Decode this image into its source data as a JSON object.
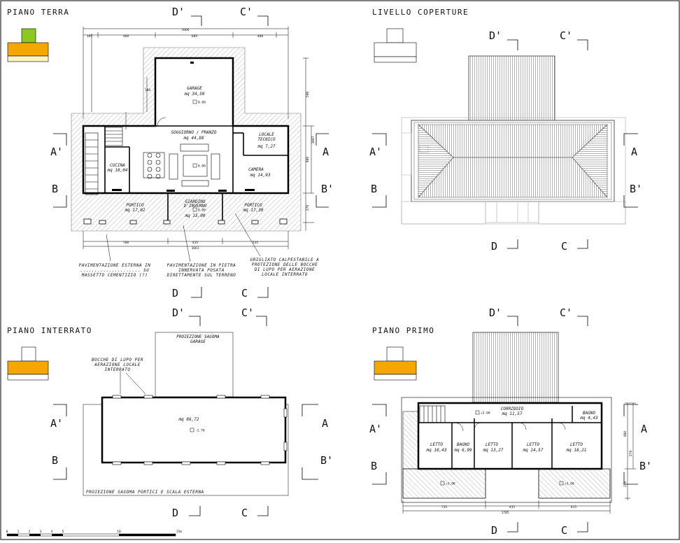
{
  "panels": {
    "piano_terra": "PIANO TERRA",
    "livello_coperture": "LIVELLO COPERTURE",
    "piano_interrato": "PIANO INTERRATO",
    "piano_primo": "PIANO PRIMO"
  },
  "section_markers": {
    "a": "A",
    "a_prime": "A'",
    "b": "B",
    "b_prime": "B'",
    "c": "C",
    "c_prime": "C'",
    "d": "D",
    "d_prime": "D'"
  },
  "piano_terra": {
    "rooms": {
      "garage": {
        "name": "GARAGE",
        "area": "mq 34,50"
      },
      "soggiorno": {
        "name": "SOGGIORNO / PRANZO",
        "area": "mq 44,88"
      },
      "locale_tecnico": {
        "name": "LOCALE",
        "name2": "TECNICO",
        "area": "mq 7,27"
      },
      "cucina": {
        "name": "CUCINA",
        "area": "mq 10,04"
      },
      "camera": {
        "name": "CAMERA",
        "area": "mq 14,93"
      },
      "portico_w": {
        "name": "PORTICO",
        "area": "mq 17,02"
      },
      "giardino": {
        "name": "GIARDINO",
        "name2": "D'INVERNO",
        "area": "mq 15,00"
      },
      "portico_e": {
        "name": "PORTICO",
        "area": "mq 17,30"
      }
    },
    "dims": {
      "top_total": "1666",
      "top_left": "488",
      "top_mid": "689",
      "top_right": "488",
      "left_stub": "185",
      "mid_stub": "180",
      "right_a": "590",
      "right_b": "1087",
      "right_c": "800",
      "right_d": "278",
      "bot_left": "760",
      "bot_mid": "435",
      "bot_right": "535",
      "bot_total": "1661"
    },
    "notes": {
      "n1_l1": "PAVIMENTAZIONE ESTERNA IN",
      "n1_l2": "..................... SU",
      "n1_l3": "MASSETTO CEMENTIZIO (?)",
      "n2_l1": "PAVIMENTAZIONE IN PIETRA",
      "n2_l2": "INNERVATA POSATA",
      "n2_l3": "DIRETTAMENTE SUL TERRENO",
      "n3_l1": "GRIGLIATO CALPESTABILE A",
      "n3_l2": "PROTEZIONE DELLE BOCCHE",
      "n3_l3": "DI LUPO PER AERAZIONE",
      "n3_l4": "LOCALE INTERRATO"
    },
    "level_tag": "0.00"
  },
  "piano_interrato": {
    "proiezione_garage_l1": "PROIEZIONE SAGOMA",
    "proiezione_garage_l2": "GARAGE",
    "bocche_l1": "BOCCHE DI LUPO PER",
    "bocche_l2": "AERAZIONE LOCALE",
    "bocche_l3": "INTERRATO",
    "area": "mq 86,72",
    "level_tag": "-2.70",
    "proiezione_portici": "PROIEZIONE SAGOMA PORTICI E SCALA ESTERNA"
  },
  "piano_primo": {
    "rooms": {
      "corridoio": {
        "name": "CORRIDOIO",
        "area": "mq 11,57"
      },
      "bagno_e": {
        "name": "BAGNO",
        "area": "mq 4,43"
      },
      "letto1": {
        "name": "LETTO",
        "area": "mq 10,43"
      },
      "bagno_w": {
        "name": "BAGNO",
        "area": "mq 6,99"
      },
      "letto2": {
        "name": "LETTO",
        "area": "mq 13,27"
      },
      "letto3": {
        "name": "LETTO",
        "area": "mq 14,57"
      },
      "letto4": {
        "name": "LETTO",
        "area": "mq 18,21"
      }
    },
    "dims": {
      "right_a": "800",
      "right_b": "578",
      "right_c": "278",
      "bot_left": "735",
      "bot_mid": "435",
      "bot_right": "615",
      "bot_total": "1785"
    },
    "level_tag": "+3.00"
  },
  "scale_bar": {
    "ticks": [
      "0",
      "1",
      "2",
      "3",
      "4",
      "5",
      "10",
      "15m"
    ]
  },
  "colors": {
    "orange": "#f6a600",
    "green": "#8cc820",
    "cream": "#fbf3c0"
  }
}
